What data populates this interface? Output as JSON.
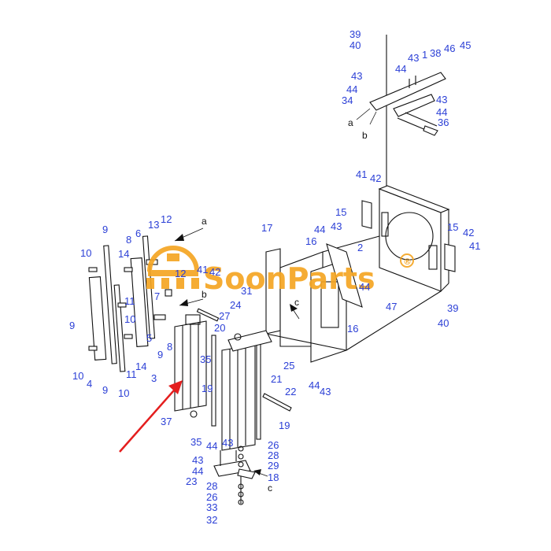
{
  "watermark": {
    "brand": "SoonParts",
    "registered": "®",
    "color": "#f5a623"
  },
  "colors": {
    "label": "#2b3fd6",
    "line": "#111111",
    "arrow": "#e41e1e"
  },
  "labels": [
    {
      "t": "39"
    },
    {
      "t": "40"
    },
    {
      "t": "43"
    },
    {
      "t": "44"
    },
    {
      "t": "1"
    },
    {
      "t": "38"
    },
    {
      "t": "46"
    },
    {
      "t": "45"
    },
    {
      "t": "43"
    },
    {
      "t": "44"
    },
    {
      "t": "34"
    },
    {
      "t": "43"
    },
    {
      "t": "44"
    },
    {
      "t": "36"
    },
    {
      "t": "41"
    },
    {
      "t": "42"
    },
    {
      "t": "15"
    },
    {
      "t": "2"
    },
    {
      "t": "15"
    },
    {
      "t": "42"
    },
    {
      "t": "41"
    },
    {
      "t": "17"
    },
    {
      "t": "16"
    },
    {
      "t": "44"
    },
    {
      "t": "43"
    },
    {
      "t": "44"
    },
    {
      "t": "47"
    },
    {
      "t": "16"
    },
    {
      "t": "39"
    },
    {
      "t": "40"
    },
    {
      "t": "9"
    },
    {
      "t": "10"
    },
    {
      "t": "14"
    },
    {
      "t": "8"
    },
    {
      "t": "6"
    },
    {
      "t": "13"
    },
    {
      "t": "12"
    },
    {
      "t": "41"
    },
    {
      "t": "42"
    },
    {
      "t": "12"
    },
    {
      "t": "7"
    },
    {
      "t": "11"
    },
    {
      "t": "10"
    },
    {
      "t": "9"
    },
    {
      "t": "5"
    },
    {
      "t": "14"
    },
    {
      "t": "9"
    },
    {
      "t": "8"
    },
    {
      "t": "10"
    },
    {
      "t": "4"
    },
    {
      "t": "9"
    },
    {
      "t": "11"
    },
    {
      "t": "10"
    },
    {
      "t": "3"
    },
    {
      "t": "31"
    },
    {
      "t": "24"
    },
    {
      "t": "27"
    },
    {
      "t": "20"
    },
    {
      "t": "35"
    },
    {
      "t": "19"
    },
    {
      "t": "25"
    },
    {
      "t": "21"
    },
    {
      "t": "22"
    },
    {
      "t": "19"
    },
    {
      "t": "44"
    },
    {
      "t": "43"
    },
    {
      "t": "37"
    },
    {
      "t": "35"
    },
    {
      "t": "44"
    },
    {
      "t": "43"
    },
    {
      "t": "43"
    },
    {
      "t": "44"
    },
    {
      "t": "23"
    },
    {
      "t": "26"
    },
    {
      "t": "28"
    },
    {
      "t": "29"
    },
    {
      "t": "18"
    },
    {
      "t": "28"
    },
    {
      "t": "26"
    },
    {
      "t": "33"
    },
    {
      "t": "32"
    }
  ],
  "letters": [
    {
      "t": "a"
    },
    {
      "t": "b"
    },
    {
      "t": "a"
    },
    {
      "t": "b"
    },
    {
      "t": "c"
    },
    {
      "t": "c"
    }
  ]
}
